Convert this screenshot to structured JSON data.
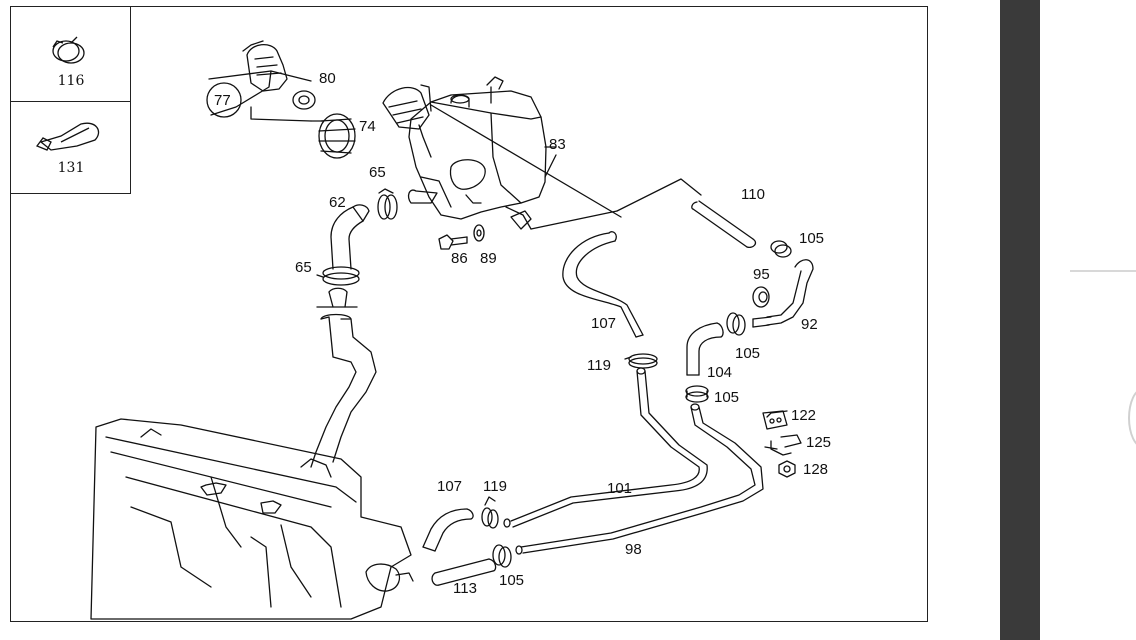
{
  "legend": {
    "item1": {
      "label": "116",
      "icon": "hose-clamp-icon"
    },
    "item2": {
      "label": "131",
      "icon": "cable-tie-icon"
    }
  },
  "callouts": {
    "c77": "77",
    "c80": "80",
    "c74": "74",
    "c83": "83",
    "c65a": "65",
    "c62": "62",
    "c65b": "65",
    "c86": "86",
    "c89": "89",
    "c110": "110",
    "c105a": "105",
    "c95": "95",
    "c92": "92",
    "c107a": "107",
    "c105b": "105",
    "c119a": "119",
    "c104": "104",
    "c105c": "105",
    "c122": "122",
    "c125": "125",
    "c128": "128",
    "c107b": "107",
    "c119b": "119",
    "c101": "101",
    "c98": "98",
    "c113": "113",
    "c105d": "105"
  },
  "colors": {
    "line": "#111111",
    "panel_dark": "#3a3a3a",
    "page": "#ffffff"
  }
}
